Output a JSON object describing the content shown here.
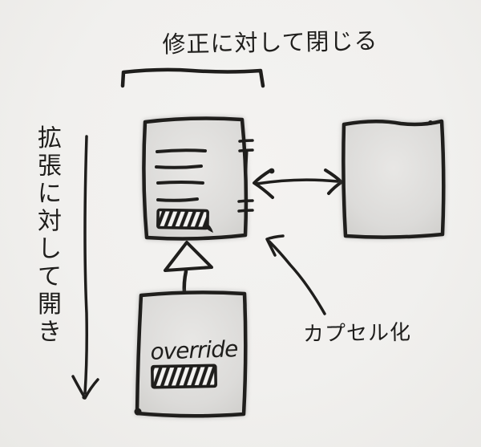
{
  "labels": {
    "closed_for_modification": "修正に対して閉じる",
    "open_for_extension": "拡張に対して開き",
    "override": "override",
    "encapsulation": "カプセル化"
  },
  "colors": {
    "paper": "#f1f0ee",
    "ink": "#1f1e1c",
    "box_fill": "#dcdbd9"
  },
  "shapes": {
    "top_bracket": "bracket-under-title",
    "left_axis": "vertical-down-arrow",
    "base_class_box": "box-with-method-lines-and-hatched-bar",
    "collaborator_box": "empty-box",
    "subclass_box": "box-with-override-and-hatched-bar",
    "inheritance": "hollow-triangle-arrow",
    "association": "double-headed-arrow",
    "encapsulation_pointer": "curved-arrow"
  }
}
